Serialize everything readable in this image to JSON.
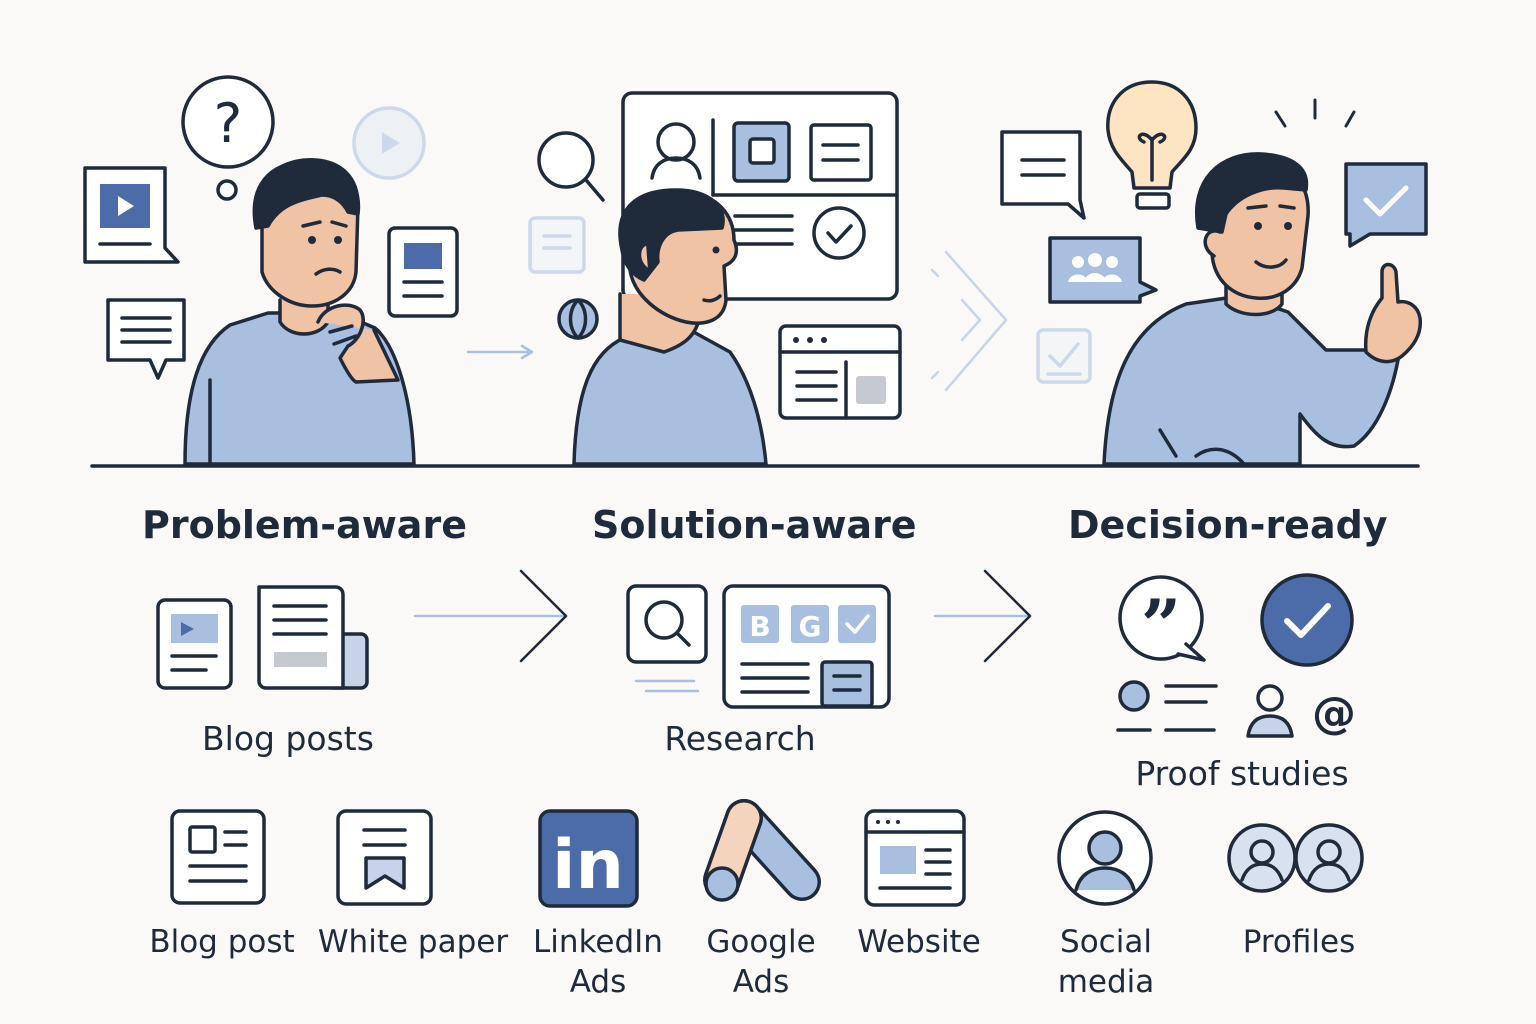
{
  "stages": [
    {
      "title": "Problem-aware",
      "content": "Blog posts"
    },
    {
      "title": "Solution-aware",
      "content": "Research",
      "badge_letters": [
        "B",
        "G"
      ]
    },
    {
      "title": "Decision-ready",
      "content": "Proof studies"
    }
  ],
  "question_mark": "?",
  "quote_mark": "”",
  "at_sign": "@",
  "linkedin_logo": "in",
  "channels": [
    {
      "label": "Blog post",
      "icon": "blog-post-icon"
    },
    {
      "label": "White paper",
      "icon": "white-paper-icon"
    },
    {
      "label": "LinkedIn Ads",
      "icon": "linkedin-icon"
    },
    {
      "label": "Google Ads",
      "icon": "google-ads-icon"
    },
    {
      "label": "Website",
      "icon": "website-icon"
    },
    {
      "label": "Social media",
      "icon": "social-media-icon"
    },
    {
      "label": "Profiles",
      "icon": "profiles-icon"
    }
  ],
  "colors": {
    "ink": "#1f2a3a",
    "blue": "#a9bfe0",
    "blue_dark": "#4b6ca8",
    "skin": "#efc3a4",
    "bulb": "#fde5c4",
    "background": "#faf9f7"
  }
}
